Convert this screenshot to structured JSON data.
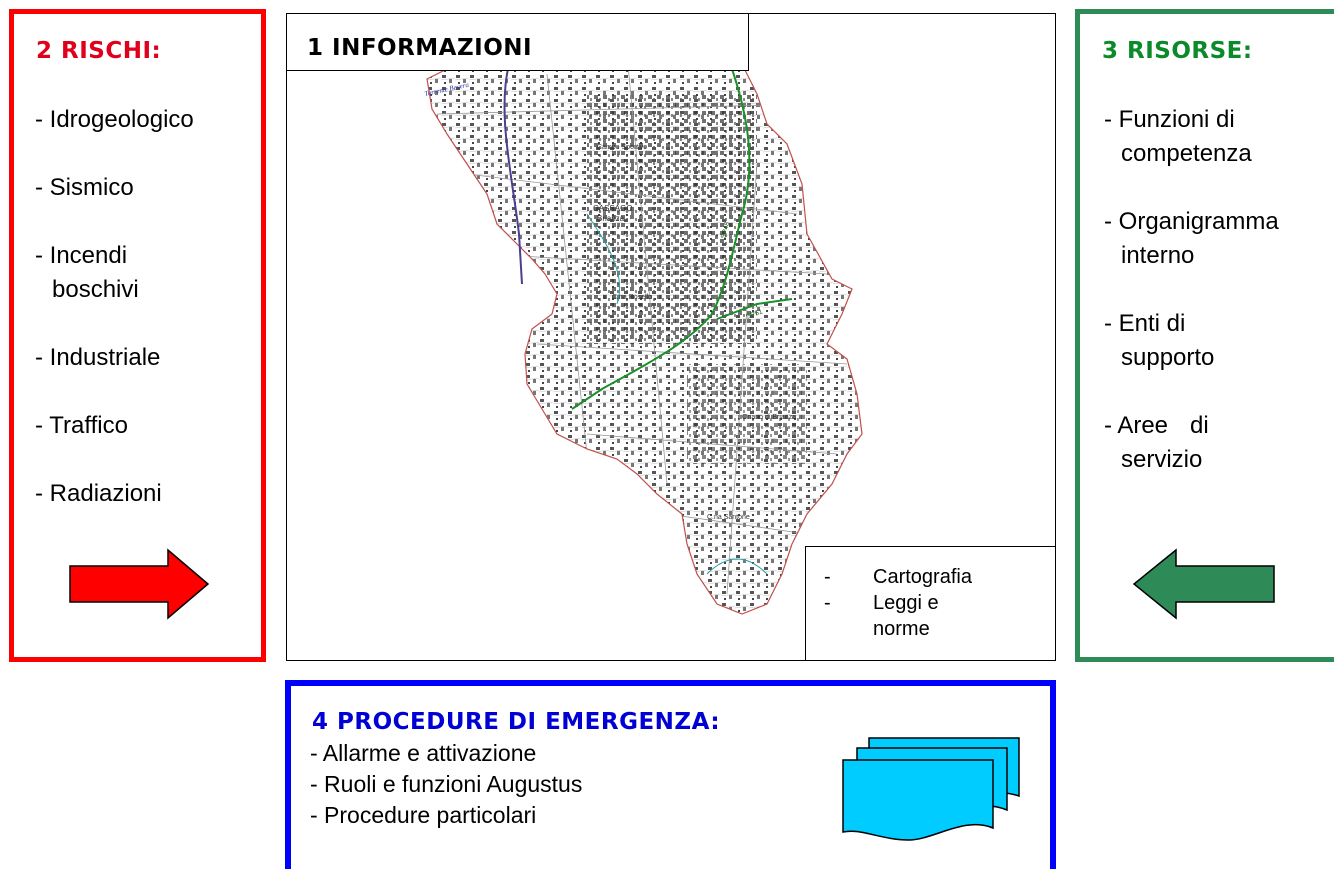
{
  "rischi": {
    "title": "2 RISCHI:",
    "items": [
      "- Idrogeologico",
      "- Sismico",
      "- Incendi",
      "boschivi",
      "- Industriale",
      "- Traffico",
      "- Radiazioni"
    ],
    "color": "#ff0000"
  },
  "informazioni": {
    "title": "1 INFORMAZIONI",
    "notes": [
      {
        "dash": "-",
        "text": "Cartografia"
      },
      {
        "dash": "-",
        "text": "Leggi e"
      },
      {
        "dash": "",
        "text": "norme"
      }
    ]
  },
  "map": {
    "labels": [
      "CASSAGO",
      "Brianza",
      "Torrente Bevera",
      "Campo Sportivo",
      "C.na Rosello",
      "Oriano di Brianza",
      "C.na Santone",
      "SP48",
      "SP51"
    ]
  },
  "risorse": {
    "title": "3 RISORSE:",
    "items": [
      "- Funzioni di",
      "competenza",
      "- Organigramma",
      "interno",
      "- Enti di",
      "supporto",
      "- Aree",
      "di",
      "servizio"
    ],
    "color": "#2e8b57"
  },
  "procedure": {
    "title": "4 PROCEDURE DI EMERGENZA:",
    "items": [
      "- Allarme e attivazione",
      "- Ruoli e funzioni Augustus",
      "- Procedure particolari"
    ],
    "color": "#0000ff"
  },
  "icons": [
    "right-arrow-icon",
    "left-arrow-icon",
    "document-stack-icon"
  ]
}
